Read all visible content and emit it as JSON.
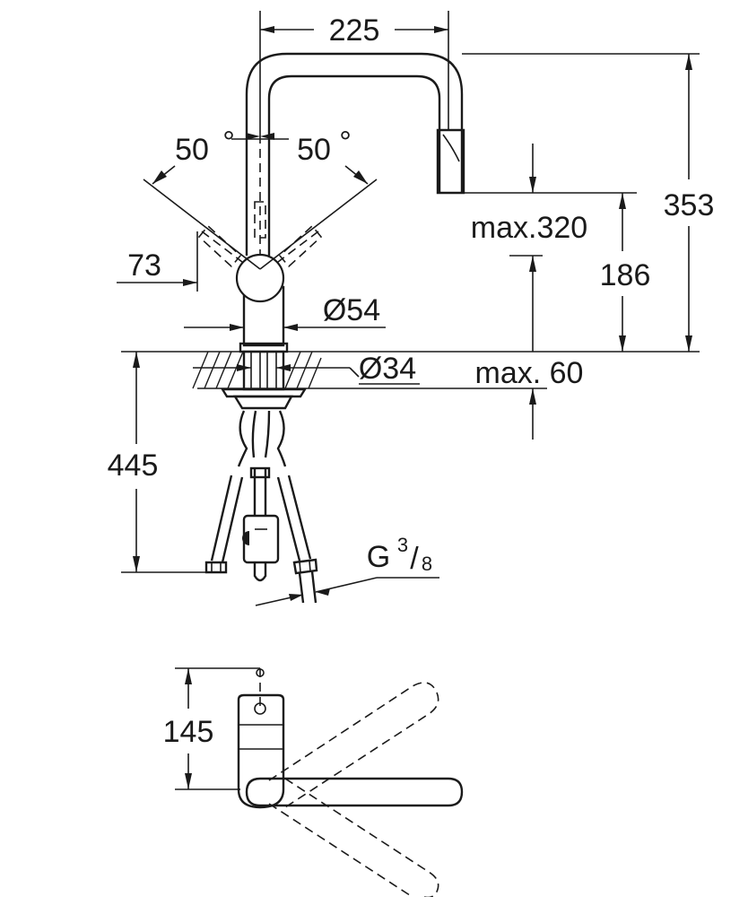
{
  "dimensions": {
    "spout_reach": "225",
    "total_height": "353",
    "max_spout_height": "max.320",
    "spout_clearance": "186",
    "swivel_left": "50",
    "swivel_right": "50",
    "degree_symbol": "°",
    "handle_offset": "73",
    "body_diameter": "Ø54",
    "hole_diameter": "Ø34",
    "max_deck_thickness": "max. 60",
    "hose_length": "445",
    "connection_thread_prefix": "G",
    "connection_thread_num": "3",
    "connection_thread_den": "8",
    "plan_depth": "145"
  }
}
